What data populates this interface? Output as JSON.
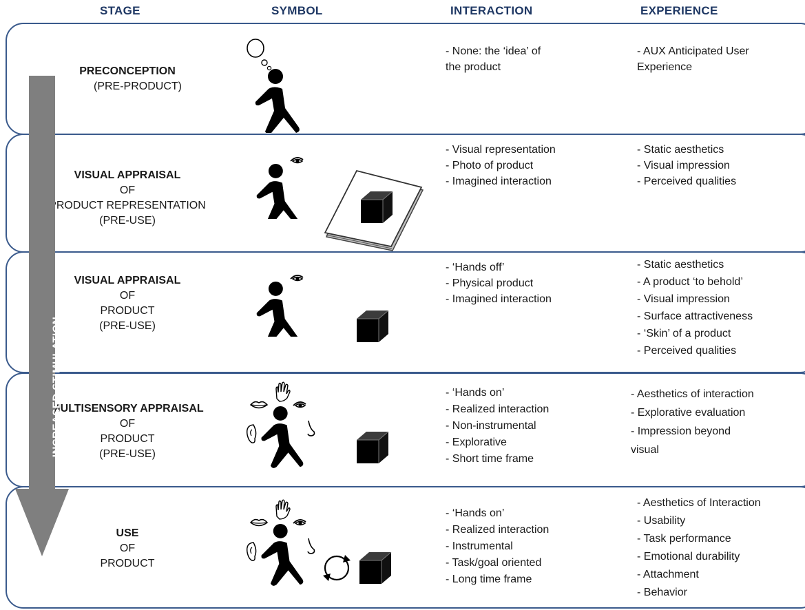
{
  "headers": {
    "stage": "STAGE",
    "symbol": "SYMBOL",
    "interaction": "INTERACTION",
    "experience": "EXPERIENCE"
  },
  "arrow": {
    "label": "INCREASED STIMULATION",
    "color": "#7f7f7f"
  },
  "colors": {
    "header_text": "#1f3864",
    "row_border": "#3a5a8c"
  },
  "rows": [
    {
      "stage_title": "PRECONCEPTION",
      "stage_lines": [
        "(PRE-PRODUCT)"
      ],
      "symbol": "thinking-person-icon",
      "interaction": [
        "- None: the ‘idea’ of",
        "the product"
      ],
      "experience": [
        "- AUX Anticipated User",
        "Experience"
      ]
    },
    {
      "stage_title": "VISUAL APPRAISAL",
      "stage_lines": [
        "OF",
        "PRODUCT REPRESENTATION",
        "(PRE-USE)"
      ],
      "symbol": "person-eye-book-icon",
      "interaction": [
        "- Visual representation",
        "- Photo of product",
        "- Imagined interaction"
      ],
      "experience": [
        "- Static aesthetics",
        "- Visual impression",
        "- Perceived qualities"
      ]
    },
    {
      "stage_title": "VISUAL APPRAISAL",
      "stage_lines": [
        "OF",
        "PRODUCT",
        "(PRE-USE)"
      ],
      "symbol": "person-eye-cube-icon",
      "interaction": [
        "- ‘Hands off’",
        "- Physical product",
        "- Imagined interaction"
      ],
      "experience": [
        "- Static aesthetics",
        "- A product ‘to behold’",
        "- Visual impression",
        "- Surface attractiveness",
        "- ‘Skin’ of a product",
        "- Perceived qualities"
      ]
    },
    {
      "stage_title": "MULTISENSORY APPRAISAL",
      "stage_lines": [
        "OF",
        "PRODUCT",
        "(PRE-USE)"
      ],
      "symbol": "person-senses-cube-icon",
      "interaction": [
        "- ‘Hands on’",
        "- Realized interaction",
        "- Non-instrumental",
        "- Explorative",
        "- Short time frame"
      ],
      "experience": [
        "- Aesthetics of interaction",
        "- Explorative evaluation",
        "- Impression beyond",
        "visual"
      ]
    },
    {
      "stage_title": "USE",
      "stage_lines": [
        "OF",
        "PRODUCT"
      ],
      "symbol": "person-senses-cycle-cube-icon",
      "interaction": [
        "- ‘Hands on’",
        "- Realized interaction",
        "- Instrumental",
        "- Task/goal oriented",
        "- Long time frame"
      ],
      "experience": [
        "- Aesthetics of Interaction",
        "- Usability",
        "- Task performance",
        "- Emotional durability",
        "- Attachment",
        "- Behavior"
      ]
    }
  ]
}
